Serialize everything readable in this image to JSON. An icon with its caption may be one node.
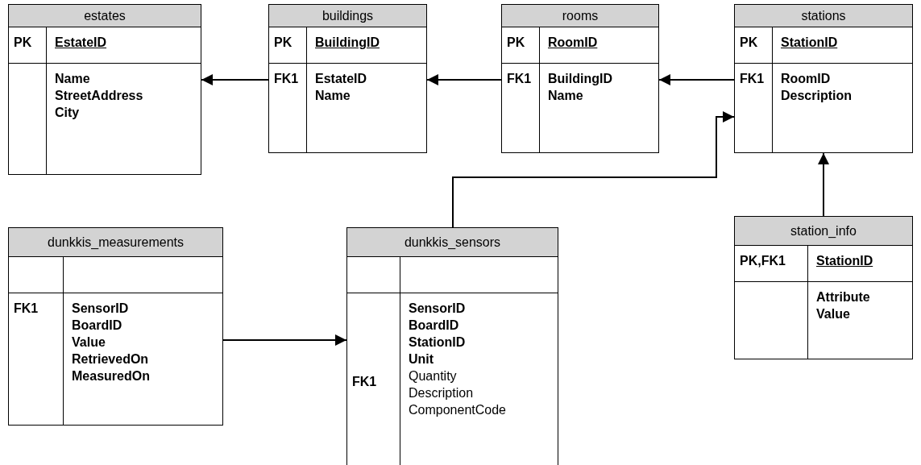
{
  "diagram": {
    "nodes": [
      {
        "text": [
          "estates",
          "PK",
          "EstateID",
          "Name",
          "StreetAddress",
          "City"
        ]
      },
      {
        "text": [
          "buildings",
          "PK",
          "BuildingID",
          "FK1",
          "EstateID",
          "Name"
        ]
      },
      {
        "text": [
          "rooms",
          "PK",
          "RoomID",
          "FK1",
          "BuildingID",
          "Name"
        ]
      },
      {
        "text": [
          "stations",
          "PK",
          "StationID",
          "FK1",
          "RoomID",
          "Description"
        ]
      },
      {
        "text": [
          "dunkkis_measurements",
          "FK1",
          "SensorID",
          "BoardID",
          "Value",
          "RetrievedOn",
          "MeasuredOn"
        ]
      },
      {
        "text": [
          "dunkkis_sensors",
          "FK1",
          "SensorID",
          "BoardID",
          "StationID",
          "Unit",
          "Quantity",
          "Description",
          "ComponentCode"
        ]
      },
      {
        "text": [
          "station_info",
          "PK,FK1",
          "StationID",
          "Attribute",
          "Value"
        ]
      }
    ],
    "edges": [
      {
        "from": 1,
        "to": 0,
        "arrow": "to"
      },
      {
        "from": 2,
        "to": 1,
        "arrow": "to"
      },
      {
        "from": 3,
        "to": 2,
        "arrow": "to"
      },
      {
        "from": 5,
        "to": 3,
        "arrow": "to"
      },
      {
        "from": 6,
        "to": 3,
        "arrow": "to"
      },
      {
        "from": 4,
        "to": 5,
        "arrow": "to"
      }
    ]
  }
}
